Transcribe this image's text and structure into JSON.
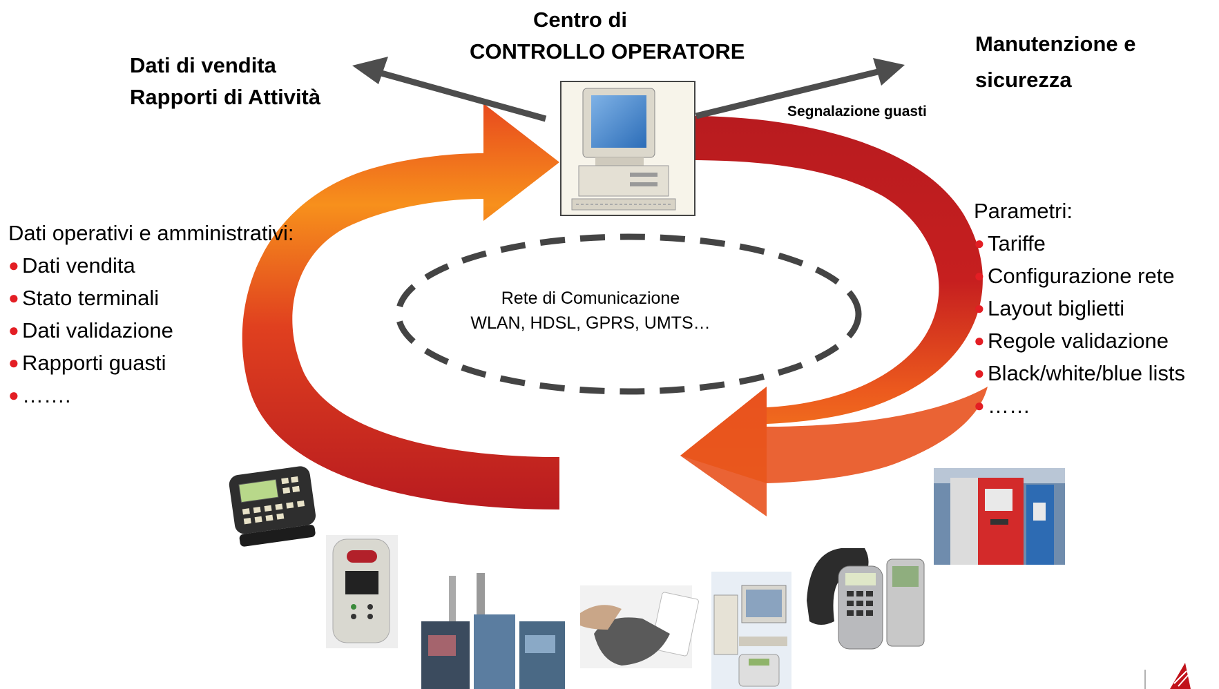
{
  "header": {
    "center_title_line1": "Centro di",
    "center_title_line2": "CONTROLLO OPERATORE",
    "left_title_line1": "Dati di vendita",
    "left_title_line2": "Rapporti di Attività",
    "right_title_line1": "Manutenzione e",
    "right_title_line2": "sicurezza",
    "right_arrow_label": "Segnalazione guasti"
  },
  "left_list": {
    "heading": "Dati operativi e amministrativi:",
    "items": [
      "Dati vendita",
      "Stato terminali",
      "Dati validazione",
      "Rapporti guasti",
      "……."
    ]
  },
  "right_list": {
    "heading": "Parametri:",
    "items": [
      "Tariffe",
      "Configurazione rete",
      "Layout biglietti",
      "Regole validazione",
      "Black/white/blue lists",
      "……"
    ]
  },
  "network": {
    "line1": "Rete di Comunicazione",
    "line2": "WLAN, HDSL, GPRS, UMTS…"
  },
  "colors": {
    "arrow_red": "#b81b1f",
    "arrow_orange": "#f05a20",
    "bullet_red": "#e31e24",
    "connector_gray": "#4d4d4d"
  },
  "icons": [
    "computer-icon",
    "handheld-terminal-icon",
    "validator-icon",
    "turnstile-gate-icon",
    "card-reader-icon",
    "pos-workstation-icon",
    "phone-terminal-icon",
    "ticket-machine-icon",
    "logo-icon"
  ]
}
